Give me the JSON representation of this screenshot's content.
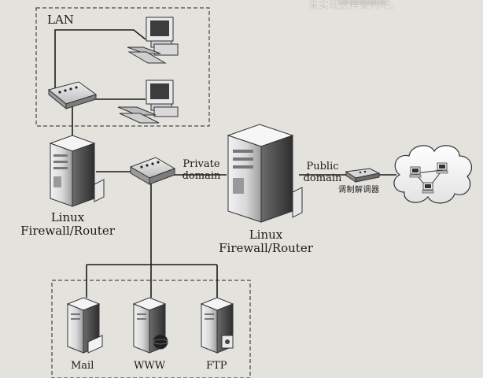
{
  "labels": {
    "lan": "LAN",
    "router_left_line1": "Linux",
    "router_left_line2": "Firewall/Router",
    "router_right_line1": "Linux",
    "router_right_line2": "Firewall/Router",
    "private_line1": "Private",
    "private_line2": "domain",
    "public_line1": "Public",
    "public_line2": "domain",
    "modem": "调制解调器",
    "mail": "Mail",
    "www": "WWW",
    "ftp": "FTP"
  },
  "bleed_text": {
    "top": "来实现这样架构吧。"
  },
  "colors": {
    "line": "#1a1a1a",
    "server_dark": "#3a3a3a",
    "server_light": "#e9e9e9"
  }
}
